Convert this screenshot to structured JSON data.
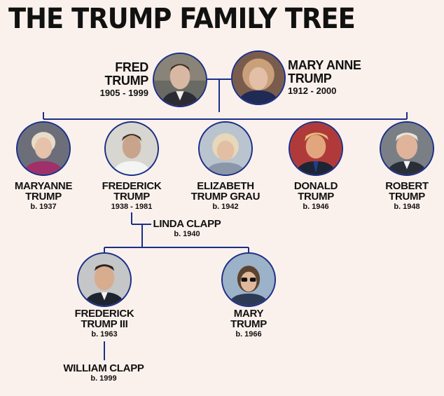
{
  "title": "THE TRUMP FAMILY TREE",
  "colors": {
    "background": "#fbf1ec",
    "line": "#1a2f8a",
    "text": "#111111"
  },
  "people": {
    "fred": {
      "name1": "FRED",
      "name2": "TRUMP",
      "dates": "1905 - 1999"
    },
    "mary_anne": {
      "name1": "MARY ANNE",
      "name2": "TRUMP",
      "dates": "1912 - 2000"
    },
    "maryanne": {
      "name1": "MARYANNE",
      "name2": "TRUMP",
      "dates": "b. 1937"
    },
    "frederick": {
      "name1": "FREDERICK",
      "name2": "TRUMP",
      "dates": "1938 - 1981"
    },
    "elizabeth": {
      "name1": "ELIZABETH",
      "name2": "TRUMP GRAU",
      "dates": "b. 1942"
    },
    "donald": {
      "name1": "DONALD",
      "name2": "TRUMP",
      "dates": "b. 1946"
    },
    "robert": {
      "name1": "ROBERT",
      "name2": "TRUMP",
      "dates": "b. 1948"
    },
    "linda": {
      "name1": "LINDA CLAPP",
      "dates": "b. 1940"
    },
    "frederick3": {
      "name1": "FREDERICK",
      "name2": "TRUMP III",
      "dates": "b. 1963"
    },
    "mary": {
      "name1": "MARY",
      "name2": "TRUMP",
      "dates": "b. 1966"
    },
    "william": {
      "name1": "WILLIAM CLAPP",
      "dates": "b. 1999"
    }
  }
}
